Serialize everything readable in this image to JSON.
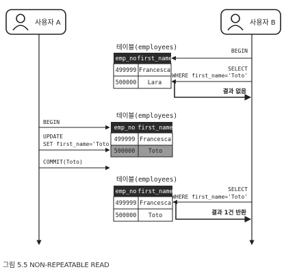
{
  "actors": {
    "a": {
      "label": "사용자 A"
    },
    "b": {
      "label": "사용자 B"
    }
  },
  "tables": [
    {
      "title": "테이블(employees)",
      "headers": [
        "emp_no",
        "first_name"
      ],
      "rows": [
        [
          "499999",
          "Francesca"
        ],
        [
          "500000",
          "Lara"
        ]
      ]
    },
    {
      "title": "테이블(employees)",
      "headers": [
        "emp_no",
        "first_name"
      ],
      "rows": [
        [
          "499999",
          "Francesca"
        ],
        [
          "500000",
          "Toto"
        ]
      ]
    },
    {
      "title": "테이블(employees)",
      "headers": [
        "emp_no",
        "first_name"
      ],
      "rows": [
        [
          "499999",
          "Francesca"
        ],
        [
          "500000",
          "Toto"
        ]
      ]
    }
  ],
  "messages": {
    "b_begin": "BEGIN",
    "b_select1_l1": "SELECT",
    "b_select1_l2": "WHERE first_name='Toto'",
    "b_result1": "결과 없음",
    "a_begin": "BEGIN",
    "a_update_l1": "UPDATE",
    "a_update_l2": "SET first_name='Toto'",
    "a_commit": "COMMIT(Toto)",
    "b_select2_l1": "SELECT",
    "b_select2_l2": "WHERE first_name='Toto'",
    "b_result2": "결과 1건 반환"
  },
  "caption": "그림 5.5 NON-REPEATABLE READ",
  "colors": {
    "header_bg": "#2b2b2b",
    "highlight_row": "#9a9a9a",
    "line": "#222222"
  }
}
